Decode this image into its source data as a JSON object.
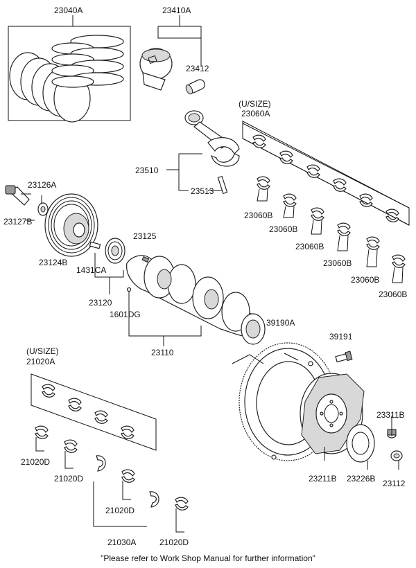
{
  "labels": {
    "ring_set": "23040A",
    "piston_assy": "23410A",
    "piston_pin": "23412",
    "usize_a": "(U/SIZE)",
    "conrod_bearing_set": "23060A",
    "conrod": "23510",
    "conrod_bolt": "23513",
    "conrod_bearing_1": "23060B",
    "conrod_bearing_2": "23060B",
    "conrod_bearing_3": "23060B",
    "conrod_bearing_4": "23060B",
    "conrod_bearing_5": "23060B",
    "conrod_bearing_6": "23060B",
    "washer": "23126A",
    "pulley_bolt": "23127B",
    "damper_pulley": "23124B",
    "key": "23125",
    "pin": "1431CA",
    "sprocket": "23120",
    "plug": "1601DG",
    "crankshaft": "23110",
    "ring_gear": "39190A",
    "drive_plate_bolt": "39191",
    "usize_b": "(U/SIZE)",
    "main_bearing_set": "21020A",
    "main_bearing_1": "21020D",
    "main_bearing_2": "21020D",
    "main_bearing_3": "21020D",
    "main_bearing_4": "21020D",
    "thrust_washer": "21030A",
    "drive_plate": "23211B",
    "adapter_plate": "23226B",
    "flywheel_bolt": "23311B",
    "bushing": "23112"
  },
  "footer_note": "\"Please refer to Work Shop Manual for further information\""
}
